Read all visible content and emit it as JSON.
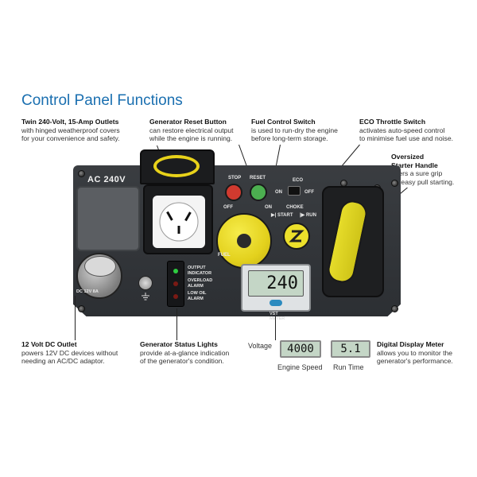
{
  "title": "Control Panel Functions",
  "callouts": {
    "outlets": {
      "heading": "Twin 240-Volt, 15-Amp Outlets",
      "l1": "with hinged weatherproof covers",
      "l2": "for your convenience and safety."
    },
    "reset": {
      "heading": "Generator Reset Button",
      "l1": "can restore electrical output",
      "l2": "while the engine is running."
    },
    "fuel": {
      "heading": "Fuel Control Switch",
      "l1": "is used to run-dry the engine",
      "l2": "before long-term storage."
    },
    "eco": {
      "heading": "ECO Throttle Switch",
      "l1": "activates auto-speed control",
      "l2": "to minimise fuel use and noise."
    },
    "starter": {
      "heading1": "Oversized",
      "heading2": "Starter Handle",
      "l1": "offers a sure grip",
      "l2": "for easy pull starting."
    },
    "dc": {
      "heading": "12 Volt DC Outlet",
      "l1": "powers 12V DC devices without",
      "l2": "needing an AC/DC adaptor."
    },
    "status": {
      "heading": "Generator Status Lights",
      "l1": "provide at-a-glance indication",
      "l2": "of the generator's condition."
    },
    "display": {
      "heading": "Digital Display Meter",
      "l1": "allows you to monitor the",
      "l2": "generator's performance."
    }
  },
  "panel": {
    "ac_label": "AC 240V",
    "stop": "STOP",
    "reset": "RESET",
    "off": "OFF",
    "on": "ON",
    "fuel": "FUEL",
    "eco": "ECO",
    "eco_on": "ON",
    "eco_off": "OFF",
    "choke": "CHOKE",
    "start": "▶| START",
    "run": "|▶ RUN",
    "dc_label": "DC 12V 8A",
    "status": {
      "output": "OUTPUT",
      "indicator": "INDICATOR",
      "overload": "OVERLOAD",
      "alarm": "ALARM",
      "low_oil": "LOW OIL",
      "alarm2": "ALARM"
    },
    "lcd_value": "240",
    "meter": "VST",
    "meter2": "METER"
  },
  "display_examples": {
    "voltage_label": "Voltage",
    "engine_speed_value": "4000",
    "engine_speed_label": "Engine Speed",
    "run_time_value": "5.1",
    "run_time_label": "Run Time"
  },
  "colors": {
    "title": "#1a6fb0",
    "panel": "#33363a",
    "accent_yellow": "#e3d11d",
    "stop_red": "#d13a2f",
    "reset_green": "#4caf50"
  }
}
